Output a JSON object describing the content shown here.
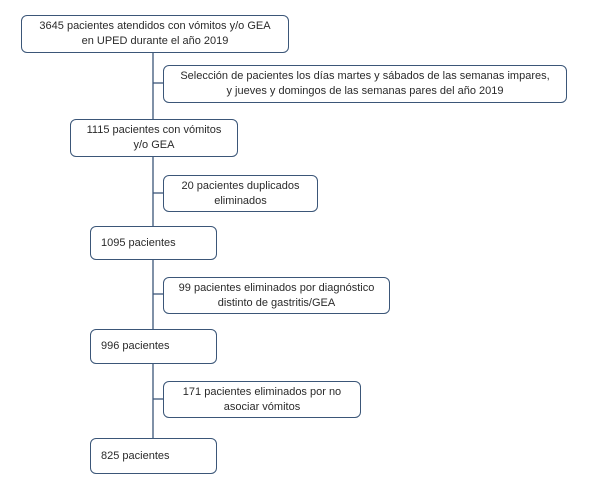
{
  "flowchart": {
    "steps": [
      "3645 pacientes atendidos con vómitos y/o GEA\nen UPED durante el año 2019",
      "1115 pacientes con vómitos\ny/o GEA",
      "1095 pacientes",
      "996 pacientes",
      "825 pacientes"
    ],
    "exclusions": [
      "Selección de pacientes los días martes y sábados de las semanas impares,\ny jueves y domingos de las semanas pares del año 2019",
      "20 pacientes duplicados\neliminados",
      "99 pacientes eliminados por diagnóstico\ndistinto de gastritis/GEA",
      "171 pacientes eliminados por no\nasociar vómitos"
    ]
  },
  "colors": {
    "border": "#3b5678",
    "text": "#2a2a2a",
    "background": "#ffffff"
  }
}
